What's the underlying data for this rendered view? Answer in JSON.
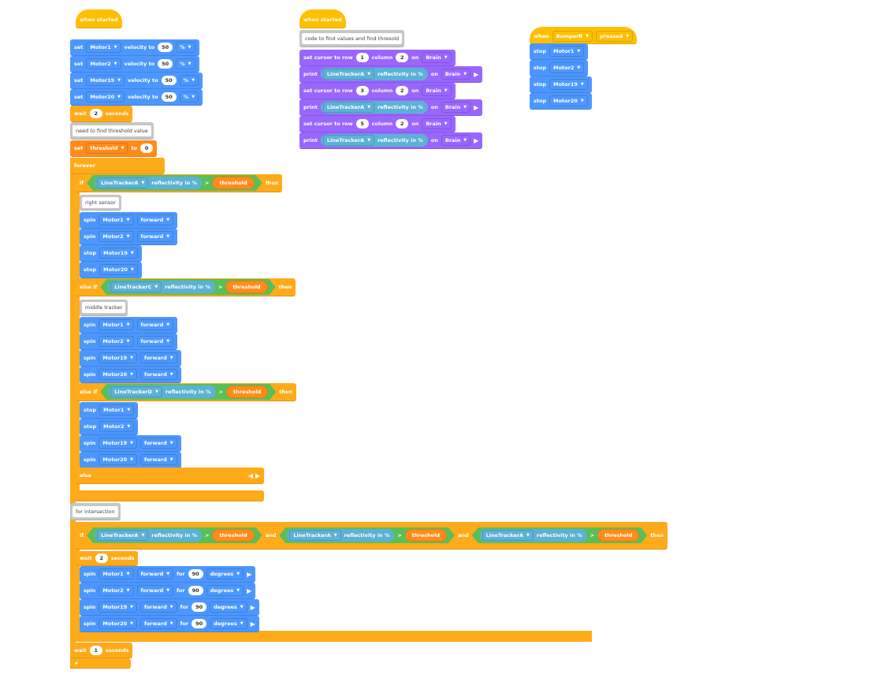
{
  "colors": {
    "motion": "#4c97ff",
    "control": "#ffab19",
    "variable": "#ff8c1a",
    "operator": "#59c059",
    "sensing": "#5cb1d6",
    "looks": "#9966ff",
    "event": "#ffbf00",
    "comment": "#c6c6c6"
  },
  "blocks": [
    {
      "cat": "event",
      "hat": true,
      "tokens": [
        {
          "label": "when started"
        }
      ]
    },
    {
      "cat": "motion",
      "tokens": [
        {
          "label": "set"
        },
        {
          "drop": "Motor1"
        },
        {
          "label": "velocity to"
        },
        {
          "num": "50"
        },
        {
          "drop": "%"
        }
      ]
    },
    {
      "cat": "motion",
      "tokens": [
        {
          "label": "set"
        },
        {
          "drop": "Motor2"
        },
        {
          "label": "velocity to"
        },
        {
          "num": "50"
        },
        {
          "drop": "%"
        }
      ]
    },
    {
      "cat": "motion",
      "tokens": [
        {
          "label": "set"
        },
        {
          "drop": "Motor19"
        },
        {
          "label": "velocity to"
        },
        {
          "num": "50"
        },
        {
          "drop": "%"
        }
      ]
    },
    {
      "cat": "motion",
      "tokens": [
        {
          "label": "set"
        },
        {
          "drop": "Motor20"
        },
        {
          "label": "velocity to"
        },
        {
          "num": "50"
        },
        {
          "drop": "%"
        }
      ]
    },
    {
      "cat": "control",
      "tokens": [
        {
          "label": "wait"
        },
        {
          "num": "2"
        },
        {
          "label": "seconds"
        }
      ]
    },
    {
      "cat": "comment",
      "tokens": [
        {
          "note": "need to find threshold value"
        }
      ]
    },
    {
      "cat": "variable",
      "tokens": [
        {
          "label": "set"
        },
        {
          "drop": "threshold"
        },
        {
          "label": "to"
        },
        {
          "num": "0"
        }
      ]
    },
    {
      "cat": "control",
      "tokens": [
        {
          "label": "forever"
        }
      ]
    },
    {
      "cat": "control",
      "tokens": [
        {
          "label": "if"
        },
        {
          "cmp": {
            "sensor": "LineTrackerA",
            "prop": "reflectivity in %",
            "op": ">",
            "var": "threshold"
          }
        },
        {
          "label": "then"
        }
      ]
    },
    {
      "cat": "comment",
      "tokens": [
        {
          "note": "right sensor"
        }
      ]
    },
    {
      "cat": "motion",
      "tokens": [
        {
          "label": "spin"
        },
        {
          "drop": "Motor1"
        },
        {
          "drop": "forward"
        }
      ]
    },
    {
      "cat": "motion",
      "tokens": [
        {
          "label": "spin"
        },
        {
          "drop": "Motor2"
        },
        {
          "drop": "forward"
        }
      ]
    },
    {
      "cat": "motion",
      "tokens": [
        {
          "label": "stop"
        },
        {
          "drop": "Motor19"
        }
      ]
    },
    {
      "cat": "motion",
      "tokens": [
        {
          "label": "stop"
        },
        {
          "drop": "Motor20"
        }
      ]
    },
    {
      "cat": "control",
      "tokens": [
        {
          "label": "else if"
        },
        {
          "cmp": {
            "sensor": "LineTrackerC",
            "prop": "reflectivity in %",
            "op": ">",
            "var": "threshold"
          }
        },
        {
          "label": "then"
        }
      ]
    },
    {
      "cat": "comment",
      "tokens": [
        {
          "note": "middle tracker"
        }
      ]
    },
    {
      "cat": "motion",
      "tokens": [
        {
          "label": "spin"
        },
        {
          "drop": "Motor1"
        },
        {
          "drop": "forward"
        }
      ]
    },
    {
      "cat": "motion",
      "tokens": [
        {
          "label": "spin"
        },
        {
          "drop": "Motor2"
        },
        {
          "drop": "forward"
        }
      ]
    },
    {
      "cat": "motion",
      "tokens": [
        {
          "label": "spin"
        },
        {
          "drop": "Motor19"
        },
        {
          "drop": "forward"
        }
      ]
    },
    {
      "cat": "motion",
      "tokens": [
        {
          "label": "spin"
        },
        {
          "drop": "Motor20"
        },
        {
          "drop": "forward"
        }
      ]
    },
    {
      "cat": "control",
      "tokens": [
        {
          "label": "else if"
        },
        {
          "cmp": {
            "sensor": "LineTrackerD",
            "prop": "reflectivity in %",
            "op": ">",
            "var": "threshold"
          }
        },
        {
          "label": "then"
        }
      ]
    },
    {
      "cat": "motion",
      "tokens": [
        {
          "label": "stop"
        },
        {
          "drop": "Motor1"
        }
      ]
    },
    {
      "cat": "motion",
      "tokens": [
        {
          "label": "stop"
        },
        {
          "drop": "Motor2"
        }
      ]
    },
    {
      "cat": "motion",
      "tokens": [
        {
          "label": "spin"
        },
        {
          "drop": "Motor19"
        },
        {
          "drop": "forward"
        }
      ]
    },
    {
      "cat": "motion",
      "tokens": [
        {
          "label": "spin"
        },
        {
          "drop": "Motor20"
        },
        {
          "drop": "forward"
        }
      ]
    },
    {
      "cat": "control",
      "tokens": [
        {
          "label": "else"
        },
        {
          "arrows": "◀ ▶"
        }
      ]
    },
    {
      "cat": "control",
      "tokens": []
    },
    {
      "cat": "comment",
      "tokens": [
        {
          "note": "for intersection"
        }
      ]
    },
    {
      "cat": "control",
      "tokens": [
        {
          "label": "if"
        },
        {
          "cmp": {
            "sensor": "LineTrackerA",
            "prop": "reflectivity in %",
            "op": ">",
            "var": "threshold"
          }
        },
        {
          "label": "and"
        },
        {
          "cmp": {
            "sensor": "LineTrackerA",
            "prop": "reflectivity in %",
            "op": ">",
            "var": "threshold"
          }
        },
        {
          "label": "and"
        },
        {
          "cmp": {
            "sensor": "LineTrackerA",
            "prop": "reflectivity in %",
            "op": ">",
            "var": "threshold"
          }
        },
        {
          "label": "then"
        }
      ]
    },
    {
      "cat": "control",
      "tokens": [
        {
          "label": "wait"
        },
        {
          "num": "2"
        },
        {
          "label": "seconds"
        }
      ]
    },
    {
      "cat": "motion",
      "tokens": [
        {
          "label": "spin"
        },
        {
          "drop": "Motor1"
        },
        {
          "drop": "forward"
        },
        {
          "label": "for"
        },
        {
          "num": "90"
        },
        {
          "drop": "degrees"
        },
        {
          "play": "▶"
        }
      ]
    },
    {
      "cat": "motion",
      "tokens": [
        {
          "label": "spin"
        },
        {
          "drop": "Motor2"
        },
        {
          "drop": "forward"
        },
        {
          "label": "for"
        },
        {
          "num": "90"
        },
        {
          "drop": "degrees"
        },
        {
          "play": "▶"
        }
      ]
    },
    {
      "cat": "motion",
      "tokens": [
        {
          "label": "spin"
        },
        {
          "drop": "Motor19"
        },
        {
          "drop": "forward"
        },
        {
          "label": "for"
        },
        {
          "num": "90"
        },
        {
          "drop": "degrees"
        },
        {
          "play": "▶"
        }
      ]
    },
    {
      "cat": "motion",
      "tokens": [
        {
          "label": "spin"
        },
        {
          "drop": "Motor20"
        },
        {
          "drop": "forward"
        },
        {
          "label": "for"
        },
        {
          "num": "90"
        },
        {
          "drop": "degrees"
        },
        {
          "play": "▶"
        }
      ]
    },
    {
      "cat": "control",
      "tokens": [
        {
          "label": "wait"
        },
        {
          "num": "1"
        },
        {
          "label": "seconds"
        }
      ]
    },
    {
      "cat": "control",
      "tokens": [
        {
          "label": "↲"
        }
      ]
    },
    {
      "cat": "event",
      "hat": true,
      "tokens": [
        {
          "label": "when started"
        }
      ]
    },
    {
      "cat": "comment",
      "tokens": [
        {
          "note": "code to find values and find thresold"
        }
      ]
    },
    {
      "cat": "looks",
      "tokens": [
        {
          "label": "set cursor to row"
        },
        {
          "num": "1"
        },
        {
          "label": "column"
        },
        {
          "num": "2"
        },
        {
          "label": "on"
        },
        {
          "drop": "Brain"
        }
      ]
    },
    {
      "cat": "looks",
      "tokens": [
        {
          "label": "print"
        },
        {
          "sensorr": {
            "sensor": "LineTrackerA",
            "prop": "reflectivity in %"
          }
        },
        {
          "label": "on"
        },
        {
          "drop": "Brain"
        },
        {
          "play": "▶"
        }
      ]
    },
    {
      "cat": "looks",
      "tokens": [
        {
          "label": "set cursor to row"
        },
        {
          "num": "3"
        },
        {
          "label": "column"
        },
        {
          "num": "2"
        },
        {
          "label": "on"
        },
        {
          "drop": "Brain"
        }
      ]
    },
    {
      "cat": "looks",
      "tokens": [
        {
          "label": "print"
        },
        {
          "sensorr": {
            "sensor": "LineTrackerA",
            "prop": "reflectivity in %"
          }
        },
        {
          "label": "on"
        },
        {
          "drop": "Brain"
        },
        {
          "play": "▶"
        }
      ]
    },
    {
      "cat": "looks",
      "tokens": [
        {
          "label": "set cursor to row"
        },
        {
          "num": "5"
        },
        {
          "label": "column"
        },
        {
          "num": "2"
        },
        {
          "label": "on"
        },
        {
          "drop": "Brain"
        }
      ]
    },
    {
      "cat": "looks",
      "tokens": [
        {
          "label": "print"
        },
        {
          "sensorr": {
            "sensor": "LineTrackerA",
            "prop": "reflectivity in %"
          }
        },
        {
          "label": "on"
        },
        {
          "drop": "Brain"
        },
        {
          "play": "▶"
        }
      ]
    },
    {
      "cat": "event",
      "hat": true,
      "tokens": [
        {
          "label": "when"
        },
        {
          "drop": "BumperB"
        },
        {
          "drop": "pressed"
        }
      ]
    },
    {
      "cat": "motion",
      "tokens": [
        {
          "label": "stop"
        },
        {
          "drop": "Motor1"
        }
      ]
    },
    {
      "cat": "motion",
      "tokens": [
        {
          "label": "stop"
        },
        {
          "drop": "Motor2"
        }
      ]
    },
    {
      "cat": "motion",
      "tokens": [
        {
          "label": "stop"
        },
        {
          "drop": "Motor19"
        }
      ]
    },
    {
      "cat": "motion",
      "tokens": [
        {
          "label": "stop"
        },
        {
          "drop": "Motor20"
        }
      ]
    }
  ]
}
